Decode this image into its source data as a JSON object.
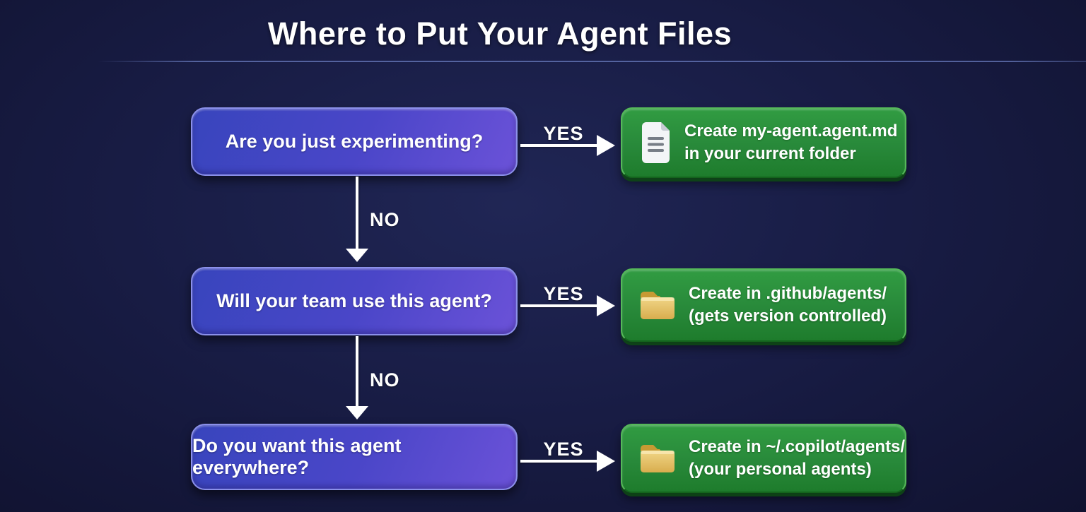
{
  "title": "Where to Put Your Agent Files",
  "labels": {
    "yes": "YES",
    "no": "NO"
  },
  "rows": [
    {
      "question": "Are you just experimenting?",
      "icon": "document-icon",
      "result_line1": "Create my-agent.agent.md",
      "result_line2": "in your current folder"
    },
    {
      "question": "Will your team use this agent?",
      "icon": "folder-icon",
      "result_line1": "Create in .github/agents/",
      "result_line2": "(gets version controlled)"
    },
    {
      "question": "Do you want this agent everywhere?",
      "icon": "folder-icon",
      "result_line1": "Create in ~/.copilot/agents/",
      "result_line2": "(your personal agents)"
    }
  ],
  "colors": {
    "background": "#181c44",
    "question_gradient_start": "#3845bd",
    "question_gradient_end": "#6b52d8",
    "question_border": "#8b90ea",
    "result_gradient_start": "#319c42",
    "result_gradient_end": "#1e7c2c",
    "result_border": "#55b959",
    "arrow": "#ffffff",
    "folder_icon": "#e9c767",
    "document_icon": "#f2f4f6",
    "text": "#ffffff"
  }
}
